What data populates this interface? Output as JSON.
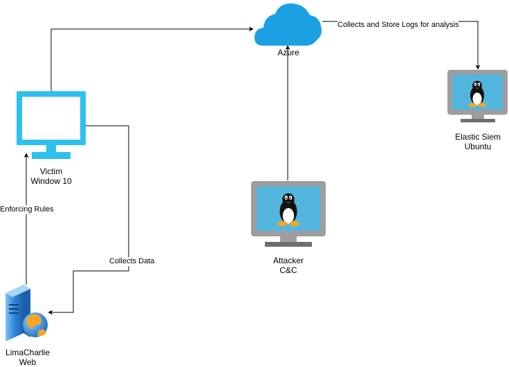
{
  "nodes": {
    "azure": {
      "label": "Azure"
    },
    "victim": {
      "line1": "Victim",
      "line2": "Window 10"
    },
    "elastic": {
      "line1": "Elastic Siem",
      "line2": "Ubuntu"
    },
    "attacker": {
      "line1": "Attacker",
      "line2": "C&C"
    },
    "limacharlie": {
      "line1": "LimaCharlie",
      "line2": "Web"
    }
  },
  "edges": {
    "azure_to_elastic": "Collects and Store Logs for analysis",
    "victim_to_limacharlie": "Collects Data",
    "limacharlie_to_victim": "Enforcing Rules"
  },
  "colors": {
    "monitor_blue": "#2EC0EE",
    "cloud_blue": "#1BA1E2",
    "monitor_gray": "#9E9E9E",
    "screen_blue": "#52B6DE",
    "server_blue": "#2A7FD4",
    "globe_orange": "#F5A623",
    "line": "#000000"
  },
  "icons": [
    "cloud-icon",
    "monitor-icon",
    "linux-monitor-icon",
    "tux-icon",
    "server-icon",
    "globe-icon"
  ]
}
